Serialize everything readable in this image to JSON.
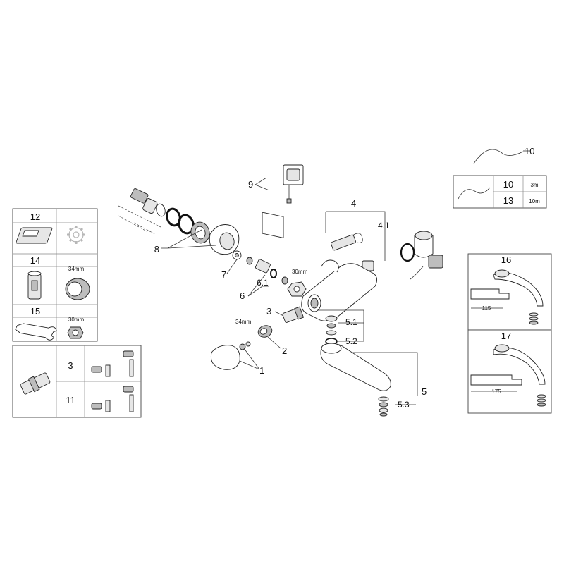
{
  "callouts": {
    "c1": "1",
    "c2": "2",
    "c3": "3",
    "c4": "4",
    "c41": "4.1",
    "c5": "5",
    "c51": "5.1",
    "c52": "5.2",
    "c53": "5.3",
    "c6": "6",
    "c61": "6.1",
    "c7": "7",
    "c8": "8",
    "c9": "9",
    "c10": "10"
  },
  "dims": {
    "main_30mm": "30mm",
    "main_34mm": "34mm"
  },
  "cable_table": {
    "rows": [
      {
        "item": "10",
        "length": "3m"
      },
      {
        "item": "13",
        "length": "10m"
      }
    ]
  },
  "tools_panel": {
    "r12": "12",
    "r14": "14",
    "r14_dim": "34mm",
    "r15": "15",
    "r15_dim": "30mm"
  },
  "cartridge_panel": {
    "r3": "3",
    "r11": "11"
  },
  "spout_panels": {
    "p16": {
      "item": "16",
      "dim": "115"
    },
    "p17": {
      "item": "17",
      "dim": "175"
    }
  },
  "icons": [
    "remote-control-icon",
    "gear-icon",
    "socket-wrench-icon",
    "adapter-ring-icon",
    "spanner-icon",
    "nut-icon",
    "cartridge-icon",
    "cable-icon",
    "power-supply-icon",
    "spout-icon",
    "sensor-unit-icon"
  ]
}
